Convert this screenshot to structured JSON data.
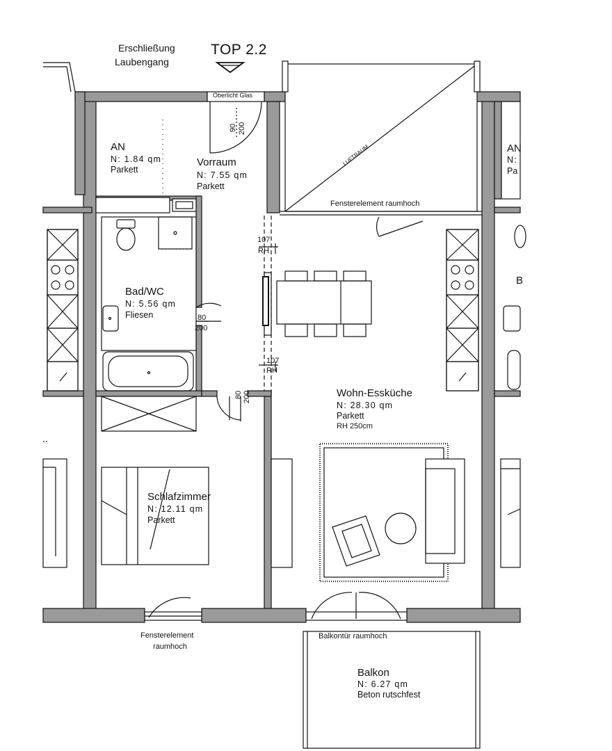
{
  "header": {
    "access_line1": "Erschließung",
    "access_line2": "Laubengang",
    "unit_title": "TOP 2.2"
  },
  "rooms": {
    "an_left": {
      "name": "AN",
      "area": "N: 1.84 qm",
      "floor": "Parkett"
    },
    "vorraum": {
      "name": "Vorraum",
      "area": "N: 7.55 qm",
      "floor": "Parkett"
    },
    "bad": {
      "name": "Bad/WC",
      "area": "N: 5.56 qm",
      "floor": "Fliesen"
    },
    "wohn": {
      "name": "Wohn-Essküche",
      "area": "N: 28.30 qm",
      "floor": "Parkett",
      "height": "RH 250cm"
    },
    "schlaf": {
      "name": "Schlafzimmer",
      "area": "N: 12.11 qm",
      "floor": "Parkett"
    },
    "balkon": {
      "name": "Balkon",
      "area": "N: 6.27 qm",
      "floor": "Beton rutschfest"
    },
    "an_right": {
      "name": "AN",
      "area": "N:",
      "floor": "Pa"
    }
  },
  "notes": {
    "oberlicht": "Oberlicht Glas",
    "luftraum": "LUFTRAUM",
    "fenster_top": "Fensterelement raumhoch",
    "fenster_bottom_1": "Fensterelement",
    "fenster_bottom_2": "raumhoch",
    "balkontuer": "Balkontür raumhoch",
    "right_cut": "B"
  },
  "dimensions": {
    "entry_w": "90",
    "entry_h": "200",
    "bad_w": "80",
    "bad_h": "200",
    "schlaf_w": "80",
    "schlaf_h": "200",
    "rh_top_val": "107",
    "rh_top_unit": "RH",
    "rh_bottom_val": "107",
    "rh_bottom_unit": "RH"
  }
}
